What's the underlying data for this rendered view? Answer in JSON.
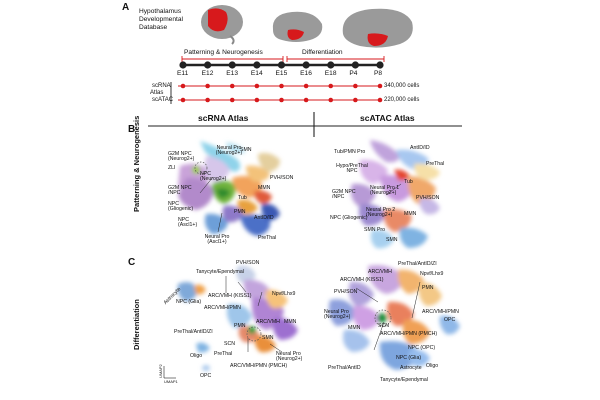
{
  "panels": {
    "a": "A",
    "b": "B",
    "c": "C"
  },
  "database_title": [
    "Hypothalamus",
    "Developmental",
    "Database"
  ],
  "stages": {
    "patterning": "Patterning & Neurogenesis",
    "differentiation": "Differentiation"
  },
  "timepoints": [
    "E11",
    "E12",
    "E13",
    "E14",
    "E15",
    "E16",
    "E18",
    "P4",
    "P8"
  ],
  "atlas": {
    "label": "Atlas",
    "rows": [
      {
        "name": "scRNA",
        "count": "340,000 cells"
      },
      {
        "name": "scATAC",
        "count": "220,000 cells"
      }
    ]
  },
  "headers": {
    "rna": "scRNA Atlas",
    "atac": "scATAC Atlas"
  },
  "row_labels": {
    "b": "Patterning & Neurogenesis",
    "c": "Differentiation"
  },
  "axis": {
    "x": "UMAP1",
    "y": "UMAP2"
  },
  "b_rna_labels": [
    "SMN",
    "Neural Pro (Neurog2+)",
    "G2M NPC (Neurog2+)",
    "ZLI",
    "NPC (Neurog2+)",
    "G2M NPC /NPC",
    "NPC (Gliogenic)",
    "MMN",
    "PVH/SON",
    "Tub",
    "PMN",
    "NPC (Ascl1+)",
    "Neural Pro (Ascl1+)",
    "AntID/ID",
    "PreThal"
  ],
  "b_atac_labels": [
    "Tub/PMN Pro",
    "AntID/ID",
    "Hypo/PreThal NPC",
    "PreThal",
    "Tub",
    "Neural Pro 1 (Neurog2+)",
    "G2M NPC /NPC",
    "PVH/SON",
    "NPC (Gliogenic)",
    "Neural Pro 2 (Neurog2+)",
    "MMN",
    "SMN Pro",
    "SMN"
  ],
  "c_rna_labels": [
    "Tanycyte/Ependymal",
    "PVH/SON",
    "Astrocyte",
    "NPC (Glia)",
    "ARC/VMH (KISS1)",
    "Npvf/Lhx9",
    "ARC/VMH/PMN",
    "ARC/VMH",
    "PreThal/AntID/ZI",
    "MMN",
    "PMN",
    "SCN",
    "PreThal",
    "Oligo",
    "SMN",
    "Neural Pro (Neurog2+)",
    "ARC/VMH/PMN (PMCH)",
    "OPC"
  ],
  "c_atac_labels": [
    "ARC/VMH",
    "PreThal/AntID/ZI",
    "ARC/VMH (KISS1)",
    "Npvf/Lhx9",
    "PVH/SON",
    "PMN",
    "Neural Pro (Neurog2+)",
    "SCN",
    "ARC/VMH/PMN",
    "MMN",
    "ARC/VMH/PMN (PMCH)",
    "PreThal/AntID",
    "NPC (OPC)",
    "OPC",
    "NPC (Glia)",
    "Oligo",
    "Astrocyte",
    "Tanycyte/Ependymal"
  ],
  "colors": {
    "red": "#d7191c",
    "timeline": "#222222",
    "brain": "#9a9a9a"
  }
}
